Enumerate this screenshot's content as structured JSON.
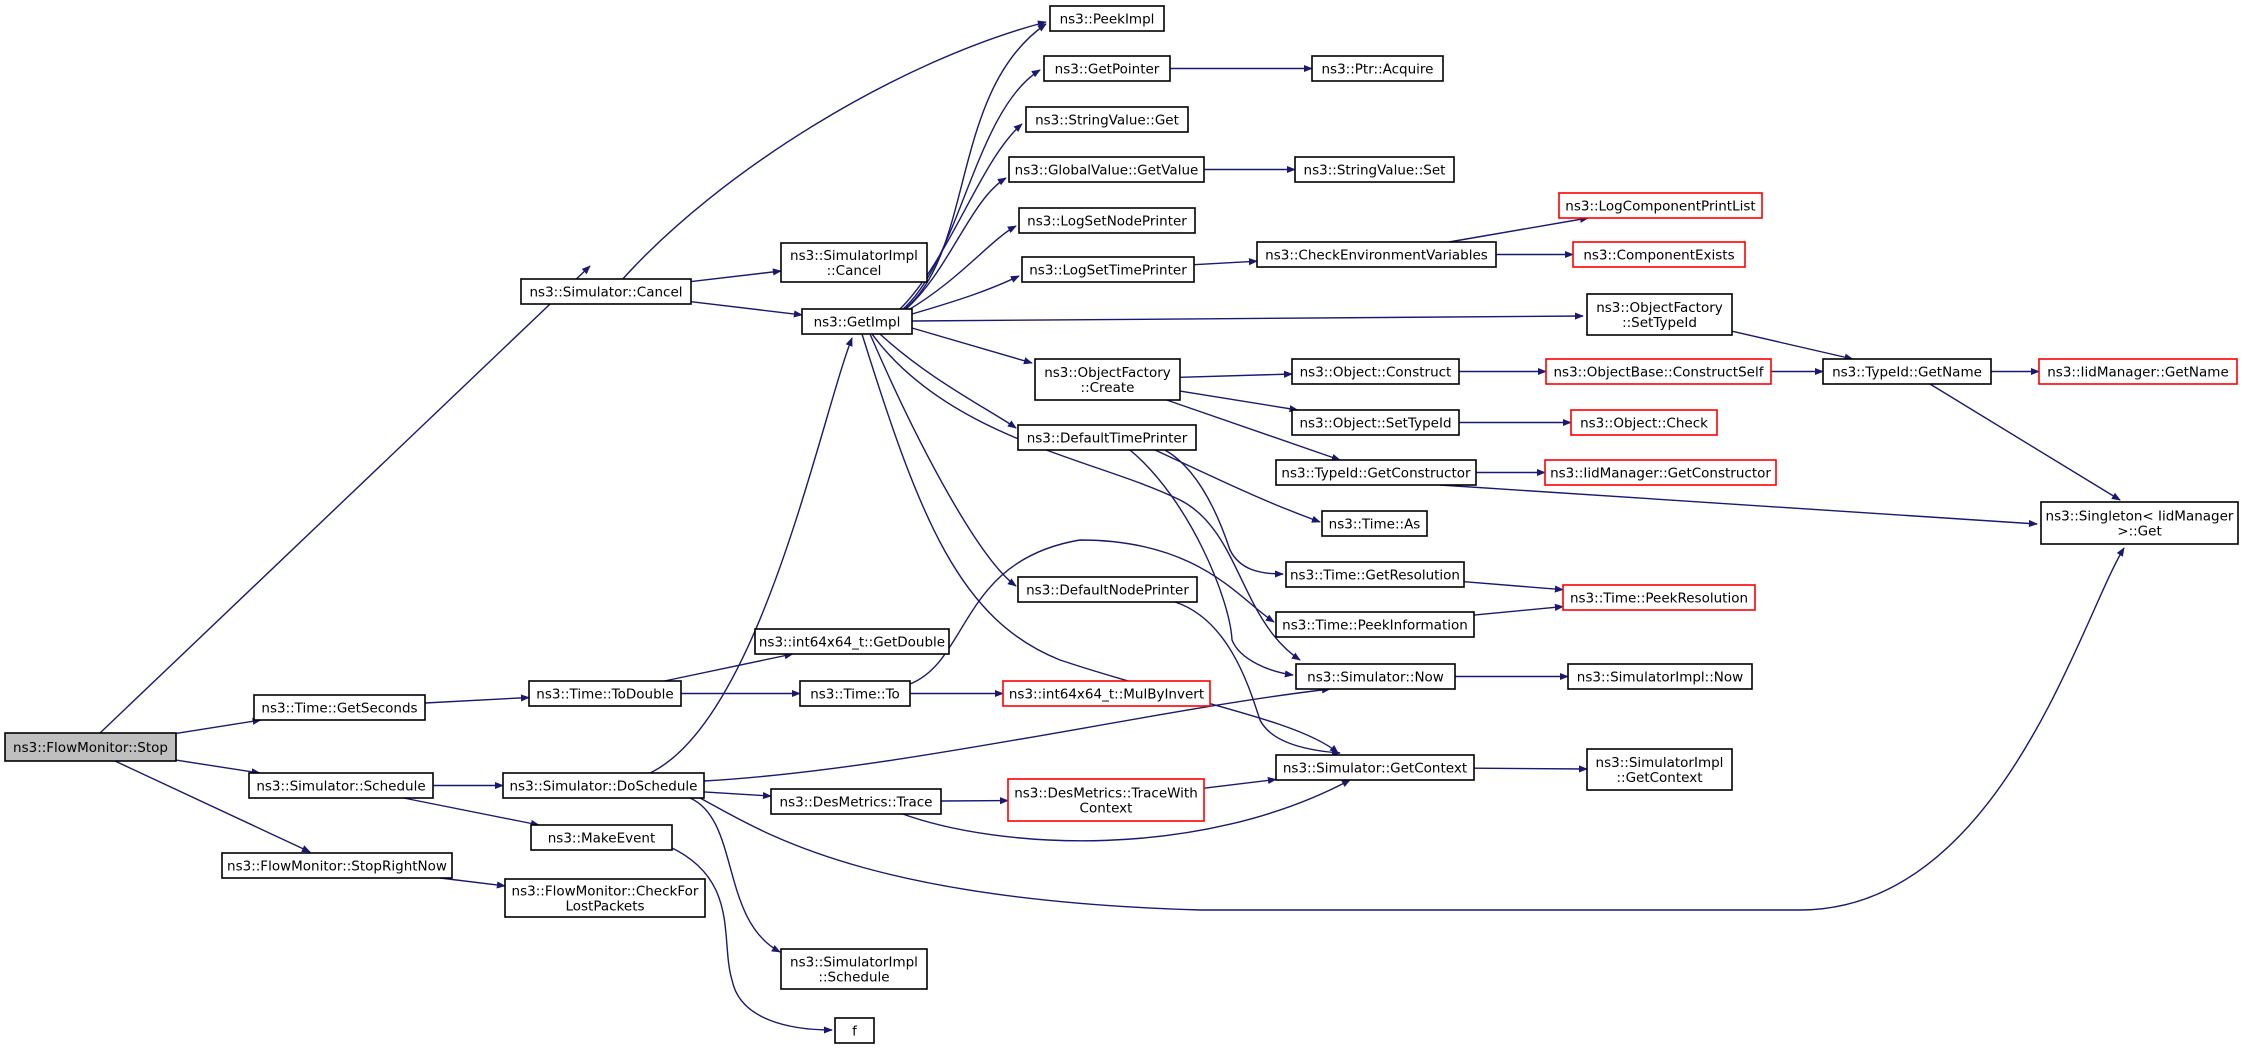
{
  "diagram": {
    "title": "",
    "colors": {
      "edge": "#191970",
      "border_normal": "#000000",
      "border_truncated": "#ff0000",
      "root_fill": "#bfbfbf",
      "node_fill": "#ffffff"
    },
    "nodes": [
      {
        "id": "stop",
        "lines": [
          "ns3::FlowMonitor::Stop"
        ],
        "kind": "root"
      },
      {
        "id": "cancel",
        "lines": [
          "ns3::Simulator::Cancel"
        ],
        "kind": "normal"
      },
      {
        "id": "getseconds",
        "lines": [
          "ns3::Time::GetSeconds"
        ],
        "kind": "normal"
      },
      {
        "id": "schedule",
        "lines": [
          "ns3::Simulator::Schedule"
        ],
        "kind": "normal"
      },
      {
        "id": "stoprightnow",
        "lines": [
          "ns3::FlowMonitor::StopRightNow"
        ],
        "kind": "normal"
      },
      {
        "id": "simimplcancel",
        "lines": [
          "ns3::SimulatorImpl",
          "::Cancel"
        ],
        "kind": "normal"
      },
      {
        "id": "getimpl",
        "lines": [
          "ns3::GetImpl"
        ],
        "kind": "normal"
      },
      {
        "id": "todouble",
        "lines": [
          "ns3::Time::ToDouble"
        ],
        "kind": "normal"
      },
      {
        "id": "doschedule",
        "lines": [
          "ns3::Simulator::DoSchedule"
        ],
        "kind": "normal"
      },
      {
        "id": "makeevent",
        "lines": [
          "ns3::MakeEvent"
        ],
        "kind": "normal"
      },
      {
        "id": "checkfor",
        "lines": [
          "ns3::FlowMonitor::CheckFor",
          "LostPackets"
        ],
        "kind": "normal"
      },
      {
        "id": "peekimpl",
        "lines": [
          "ns3::PeekImpl"
        ],
        "kind": "normal"
      },
      {
        "id": "getpointer",
        "lines": [
          "ns3::GetPointer"
        ],
        "kind": "normal"
      },
      {
        "id": "stringget",
        "lines": [
          "ns3::StringValue::Get"
        ],
        "kind": "normal"
      },
      {
        "id": "globalget",
        "lines": [
          "ns3::GlobalValue::GetValue"
        ],
        "kind": "normal"
      },
      {
        "id": "lognode",
        "lines": [
          "ns3::LogSetNodePrinter"
        ],
        "kind": "normal"
      },
      {
        "id": "logtime",
        "lines": [
          "ns3::LogSetTimePrinter"
        ],
        "kind": "normal"
      },
      {
        "id": "ofcreate",
        "lines": [
          "ns3::ObjectFactory",
          "::Create"
        ],
        "kind": "normal"
      },
      {
        "id": "deftime",
        "lines": [
          "ns3::DefaultTimePrinter"
        ],
        "kind": "normal"
      },
      {
        "id": "defnode",
        "lines": [
          "ns3::DefaultNodePrinter"
        ],
        "kind": "normal"
      },
      {
        "id": "getdouble",
        "lines": [
          "ns3::int64x64_t::GetDouble"
        ],
        "kind": "normal"
      },
      {
        "id": "timeto",
        "lines": [
          "ns3::Time::To"
        ],
        "kind": "normal"
      },
      {
        "id": "trace",
        "lines": [
          "ns3::DesMetrics::Trace"
        ],
        "kind": "normal"
      },
      {
        "id": "simimplschedule",
        "lines": [
          "ns3::SimulatorImpl",
          "::Schedule"
        ],
        "kind": "normal"
      },
      {
        "id": "f",
        "lines": [
          "f"
        ],
        "kind": "normal"
      },
      {
        "id": "ptracquire",
        "lines": [
          "ns3::Ptr::Acquire"
        ],
        "kind": "normal"
      },
      {
        "id": "stringset",
        "lines": [
          "ns3::StringValue::Set"
        ],
        "kind": "normal"
      },
      {
        "id": "checkenv",
        "lines": [
          "ns3::CheckEnvironmentVariables"
        ],
        "kind": "normal"
      },
      {
        "id": "objconstruct",
        "lines": [
          "ns3::Object::Construct"
        ],
        "kind": "normal"
      },
      {
        "id": "objsettypeid",
        "lines": [
          "ns3::Object::SetTypeId"
        ],
        "kind": "normal"
      },
      {
        "id": "typeidgetctor",
        "lines": [
          "ns3::TypeId::GetConstructor"
        ],
        "kind": "normal"
      },
      {
        "id": "timeas",
        "lines": [
          "ns3::Time::As"
        ],
        "kind": "normal"
      },
      {
        "id": "getres",
        "lines": [
          "ns3::Time::GetResolution"
        ],
        "kind": "normal"
      },
      {
        "id": "peekinfo",
        "lines": [
          "ns3::Time::PeekInformation"
        ],
        "kind": "normal"
      },
      {
        "id": "simnow",
        "lines": [
          "ns3::Simulator::Now"
        ],
        "kind": "normal"
      },
      {
        "id": "getcontext",
        "lines": [
          "ns3::Simulator::GetContext"
        ],
        "kind": "normal"
      },
      {
        "id": "mulbyinvert",
        "lines": [
          "ns3::int64x64_t::MulByInvert"
        ],
        "kind": "truncated"
      },
      {
        "id": "tracewith",
        "lines": [
          "ns3::DesMetrics::TraceWith",
          "Context"
        ],
        "kind": "truncated"
      },
      {
        "id": "logcompprint",
        "lines": [
          "ns3::LogComponentPrintList"
        ],
        "kind": "truncated"
      },
      {
        "id": "compexists",
        "lines": [
          "ns3::ComponentExists"
        ],
        "kind": "truncated"
      },
      {
        "id": "ofsettypeid",
        "lines": [
          "ns3::ObjectFactory",
          "::SetTypeId"
        ],
        "kind": "normal"
      },
      {
        "id": "objbaseconstruct",
        "lines": [
          "ns3::ObjectBase::ConstructSelf"
        ],
        "kind": "truncated"
      },
      {
        "id": "objcheck",
        "lines": [
          "ns3::Object::Check"
        ],
        "kind": "truncated"
      },
      {
        "id": "iidgetctor",
        "lines": [
          "ns3::IidManager::GetConstructor"
        ],
        "kind": "truncated"
      },
      {
        "id": "peekres",
        "lines": [
          "ns3::Time::PeekResolution"
        ],
        "kind": "truncated"
      },
      {
        "id": "simimplnow",
        "lines": [
          "ns3::SimulatorImpl::Now"
        ],
        "kind": "normal"
      },
      {
        "id": "simimplgetctx",
        "lines": [
          "ns3::SimulatorImpl",
          "::GetContext"
        ],
        "kind": "normal"
      },
      {
        "id": "typeidgetname",
        "lines": [
          "ns3::TypeId::GetName"
        ],
        "kind": "normal"
      },
      {
        "id": "iidgetname",
        "lines": [
          "ns3::IidManager::GetName"
        ],
        "kind": "truncated"
      },
      {
        "id": "singleton",
        "lines": [
          "ns3::Singleton< IidManager",
          " >::Get"
        ],
        "kind": "normal"
      }
    ],
    "edges": [
      [
        "stop",
        "cancel"
      ],
      [
        "stop",
        "getseconds"
      ],
      [
        "stop",
        "schedule"
      ],
      [
        "stop",
        "stoprightnow"
      ],
      [
        "cancel",
        "peekimpl"
      ],
      [
        "cancel",
        "simimplcancel"
      ],
      [
        "cancel",
        "getimpl"
      ],
      [
        "getimpl",
        "peekimpl"
      ],
      [
        "getimpl",
        "getpointer"
      ],
      [
        "getimpl",
        "stringget"
      ],
      [
        "getimpl",
        "globalget"
      ],
      [
        "getimpl",
        "lognode"
      ],
      [
        "getimpl",
        "logtime"
      ],
      [
        "getimpl",
        "ofsettypeid"
      ],
      [
        "getimpl",
        "ofcreate"
      ],
      [
        "getimpl",
        "deftime"
      ],
      [
        "getimpl",
        "defnode"
      ],
      [
        "getimpl",
        "simnow"
      ],
      [
        "getimpl",
        "getcontext"
      ],
      [
        "getpointer",
        "ptracquire"
      ],
      [
        "globalget",
        "stringset"
      ],
      [
        "logtime",
        "checkenv"
      ],
      [
        "checkenv",
        "logcompprint"
      ],
      [
        "checkenv",
        "compexists"
      ],
      [
        "ofsettypeid",
        "typeidgetname"
      ],
      [
        "ofcreate",
        "objconstruct"
      ],
      [
        "ofcreate",
        "objsettypeid"
      ],
      [
        "ofcreate",
        "typeidgetctor"
      ],
      [
        "objconstruct",
        "objbaseconstruct"
      ],
      [
        "objbaseconstruct",
        "typeidgetname"
      ],
      [
        "objsettypeid",
        "objcheck"
      ],
      [
        "typeidgetctor",
        "iidgetctor"
      ],
      [
        "typeidgetctor",
        "singleton"
      ],
      [
        "typeidgetname",
        "iidgetname"
      ],
      [
        "typeidgetname",
        "singleton"
      ],
      [
        "deftime",
        "timeas"
      ],
      [
        "deftime",
        "getres"
      ],
      [
        "deftime",
        "simnow"
      ],
      [
        "defnode",
        "getcontext"
      ],
      [
        "getres",
        "peekres"
      ],
      [
        "peekinfo",
        "peekres"
      ],
      [
        "simnow",
        "simimplnow"
      ],
      [
        "getcontext",
        "simimplgetctx"
      ],
      [
        "getseconds",
        "todouble"
      ],
      [
        "todouble",
        "getdouble"
      ],
      [
        "todouble",
        "timeto"
      ],
      [
        "timeto",
        "peekinfo"
      ],
      [
        "timeto",
        "mulbyinvert"
      ],
      [
        "schedule",
        "doschedule"
      ],
      [
        "schedule",
        "makeevent"
      ],
      [
        "doschedule",
        "getimpl"
      ],
      [
        "doschedule",
        "simnow"
      ],
      [
        "doschedule",
        "trace"
      ],
      [
        "doschedule",
        "simimplschedule"
      ],
      [
        "doschedule",
        "singleton"
      ],
      [
        "trace",
        "tracewith"
      ],
      [
        "trace",
        "getcontext"
      ],
      [
        "tracewith",
        "getcontext"
      ],
      [
        "makeevent",
        "f"
      ],
      [
        "stoprightnow",
        "checkfor"
      ]
    ]
  }
}
